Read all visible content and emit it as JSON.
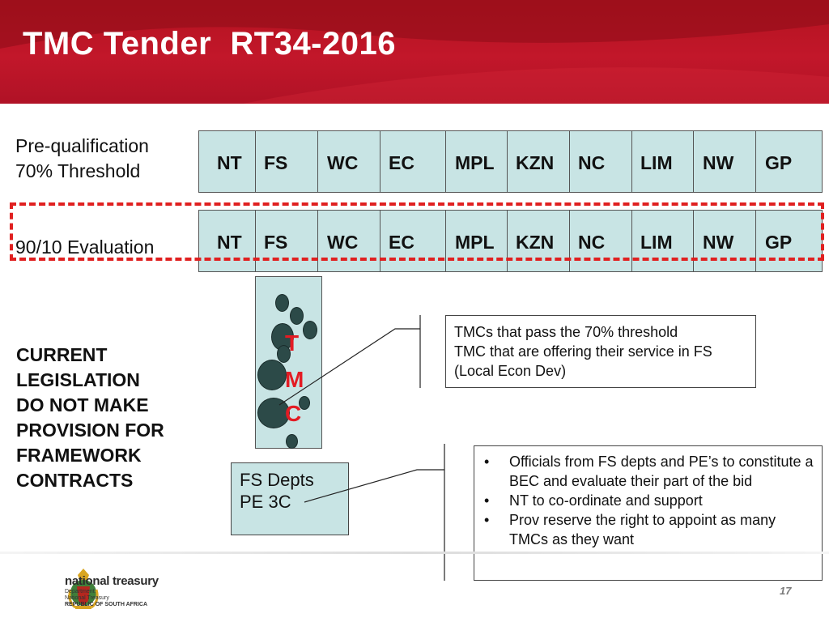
{
  "header": {
    "title": "TMC Tender  RT34-2016"
  },
  "rows": {
    "prequal_label": [
      "Pre-qualification",
      "70% Threshold"
    ],
    "eval_label": "90/10 Evaluation",
    "provinces": [
      "NT",
      "FS",
      "WC",
      "EC",
      "MPL",
      "KZN",
      "NC",
      "LIM",
      "NW",
      "GP"
    ]
  },
  "legislation": [
    "CURRENT",
    "LEGISLATION",
    "DO NOT MAKE",
    "PROVISION FOR",
    "FRAMEWORK",
    "CONTRACTS"
  ],
  "tmc_letters": [
    "T",
    "M",
    "C"
  ],
  "fs_box": [
    "FS Depts",
    "PE 3C"
  ],
  "callout_top": [
    "TMCs that pass the 70% threshold",
    "TMC that are offering their service in FS",
    "(Local Econ Dev)"
  ],
  "callout_bottom": {
    "bullet": "•",
    "items": [
      "Officials from FS depts and PE’s to constitute a BEC and evaluate their part of the bid",
      "NT to co-ordinate and support",
      "Prov reserve the right to appoint as many TMCs as they want"
    ]
  },
  "footer": {
    "logo_name": "national treasury",
    "logo_lines": [
      "Department:",
      "National Treasury",
      "REPUBLIC OF SOUTH AFRICA"
    ],
    "page_number": "17"
  },
  "colors": {
    "header_red": "#b3121f",
    "box_fill": "#c8e4e4",
    "dashed_red": "#e02020",
    "tmc_red": "#e31b23"
  }
}
